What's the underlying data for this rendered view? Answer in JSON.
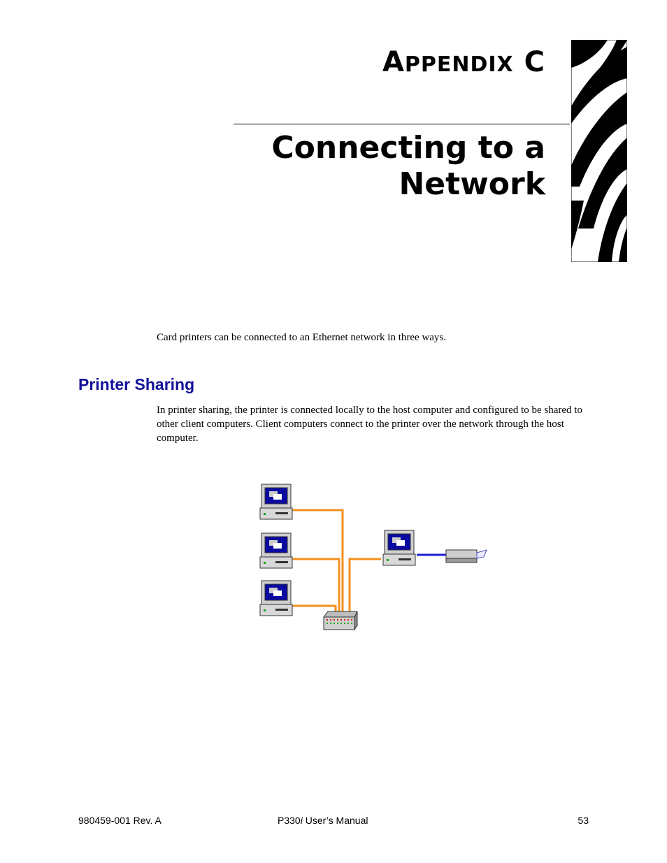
{
  "header": {
    "appendix_first": "A",
    "appendix_rest": "PPENDIX",
    "appendix_letter": "C",
    "title_line1": "Connecting to a",
    "title_line2": "Network"
  },
  "intro": "Card printers can be connected to an Ethernet network in three ways.",
  "section": {
    "heading": "Printer Sharing",
    "body": "In printer sharing, the printer is connected locally to the host computer and configured to be shared to other client computers. Client computers connect to the printer over the network through the host computer."
  },
  "diagram": {
    "client_computers": 3,
    "host_computer": 1,
    "hub": 1,
    "printer": 1,
    "network_cable_color": "#f39020",
    "printer_cable_color": "#1d1dd6"
  },
  "footer": {
    "left": "980459-001 Rev. A",
    "center_prefix": "P330",
    "center_model_suffix": "i",
    "center_rest": " User’s Manual",
    "page_number": "53"
  }
}
